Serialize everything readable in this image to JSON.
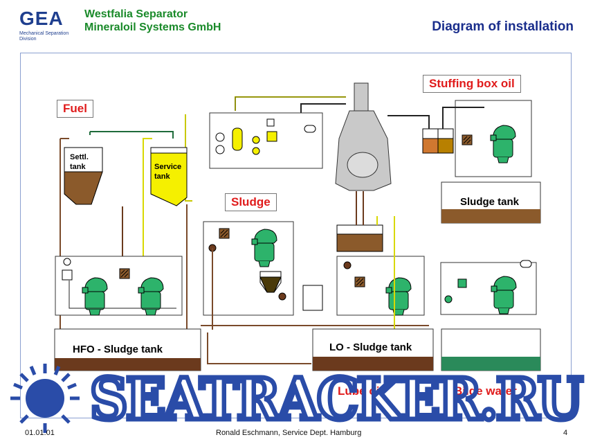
{
  "header": {
    "logo_text": "GEA",
    "company_line1": "Westfalia Separator",
    "company_line2": "Mineraloil Systems GmbH",
    "division": "Mechanical Separation Division",
    "title": "Diagram of installation"
  },
  "sections": {
    "fuel": "Fuel",
    "sludge": "Sludge",
    "stuffing_box_oil": "Stuffing box oil",
    "lube_oil": "Lube oil",
    "bilge_water": "Bilge water"
  },
  "tanks": {
    "settl": [
      "Settl.",
      "tank"
    ],
    "service": [
      "Service",
      "tank"
    ],
    "hfo_sludge": "HFO - Sludge tank",
    "lo_sludge": "LO - Sludge tank",
    "sludge": "Sludge tank"
  },
  "watermark": "SEATRACKER.RU",
  "footer": {
    "date": "01.01.01",
    "author": "Ronald Eschmann, Service Dept. Hamburg",
    "page": "4"
  },
  "colors": {
    "brand_green": "#1a8a2a",
    "title_blue": "#1a2e8c",
    "section_red": "#e01b1b",
    "separator_green": "#2db36b",
    "sludge_brown": "#6b3a1d",
    "fuel_yellow": "#f5f000",
    "watermark_blue": "#2a4ca8"
  }
}
